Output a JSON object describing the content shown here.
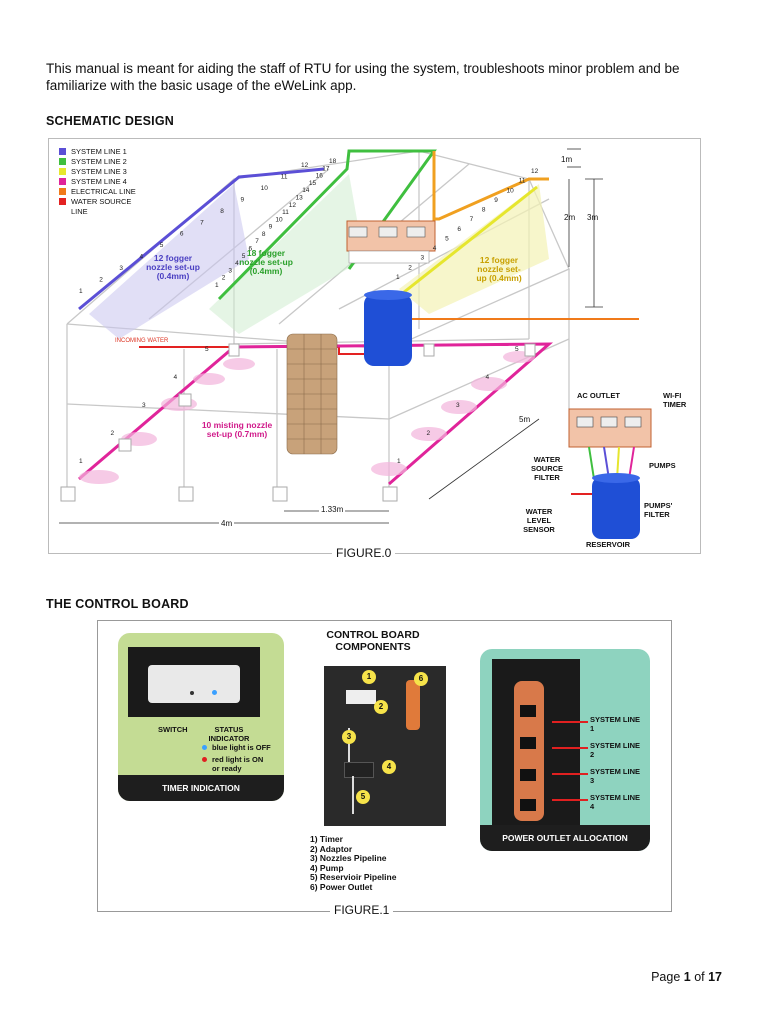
{
  "intro_text": "This manual is meant for aiding the staff of RTU for using the system, troubleshoots minor problem and be familiarize with the basic usage of the eWeLink app.",
  "section1_heading": "SCHEMATIC DESIGN",
  "section2_heading": "THE CONTROL BOARD",
  "figure0": {
    "caption": "FIGURE.0",
    "legend": [
      {
        "label": "SYSTEM LINE 1",
        "color": "#5b4fd6"
      },
      {
        "label": "SYSTEM LINE 2",
        "color": "#3fbf3f"
      },
      {
        "label": "SYSTEM LINE 3",
        "color": "#e6e62e"
      },
      {
        "label": "SYSTEM LINE 4",
        "color": "#e0249a"
      },
      {
        "label": "ELECTRICAL LINE",
        "color": "#f07a1a"
      },
      {
        "label": "WATER SOURCE LINE",
        "color": "#e32222"
      }
    ],
    "setup1": "12 fogger nozzle set-up (0.4mm)",
    "setup2": "18 fogger nozzle set-up (0.4mm)",
    "setup3": "12 fogger nozzle set-up (0.4mm)",
    "setup4": "10 misting nozzle set-up (0.7mm)",
    "incoming_water": "INCOMING WATER",
    "dim_1m": "1m",
    "dim_2m": "2m",
    "dim_3m": "3m",
    "dim_5m": "5m",
    "dim_4m": "4m",
    "dim_133m": "1.33m",
    "ac_outlet": "AC OUTLET",
    "wifi_timer": "WI-FI TIMER",
    "pumps": "PUMPS",
    "water_source_filter": "WATER SOURCE FILTER",
    "pumps_filter": "PUMPS' FILTER",
    "water_level_sensor": "WATER LEVEL SENSOR",
    "reservoir": "RESERVOIR",
    "nozzle_numbers_left": [
      "1",
      "2",
      "3",
      "4",
      "5",
      "6",
      "7",
      "8",
      "9",
      "10",
      "11",
      "12"
    ],
    "nozzle_numbers_mid": [
      "1",
      "2",
      "3",
      "4",
      "5",
      "6",
      "7",
      "8",
      "9",
      "10",
      "11",
      "12",
      "13",
      "14",
      "15",
      "16",
      "17",
      "18"
    ],
    "misting_numbers": [
      "1",
      "2",
      "3",
      "4",
      "5"
    ]
  },
  "figure1": {
    "caption": "FIGURE.1",
    "title": "CONTROL BOARD COMPONENTS",
    "switch": "SWITCH",
    "status_indicator": "STATUS INDICATOR",
    "blue_note": "blue light is OFF",
    "red_note": "red light is ON or ready",
    "timer_indication": "TIMER INDICATION",
    "power_outlet_allocation": "POWER OUTLET ALLOCATION",
    "system_lines": [
      "SYSTEM LINE 1",
      "SYSTEM LINE 2",
      "SYSTEM LINE 3",
      "SYSTEM LINE 4"
    ],
    "components": [
      "1) Timer",
      "2) Adaptor",
      "3) Nozzles Pipeline",
      "4) Pump",
      "5) Reservioir Pipeline",
      "6) Power Outlet"
    ]
  },
  "page": {
    "prefix": "Page ",
    "current": "1",
    "of": " of ",
    "total": "17"
  }
}
